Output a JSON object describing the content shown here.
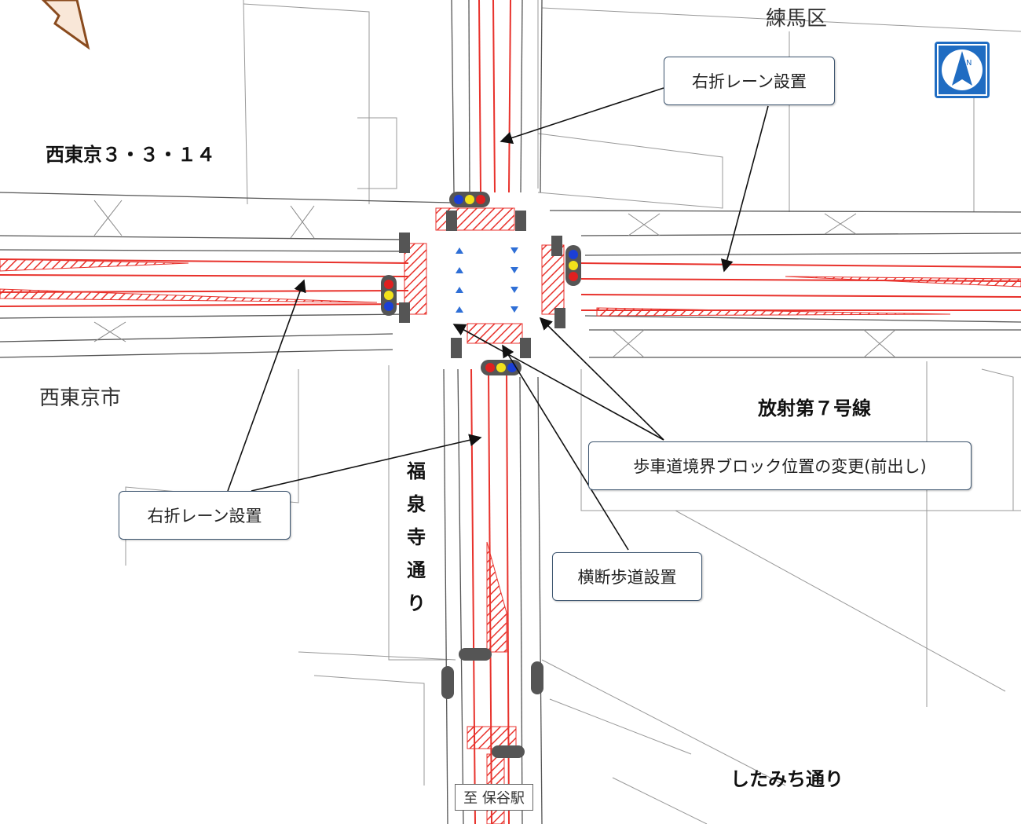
{
  "labels": {
    "nerima": "練馬区",
    "nishitokyo_road": "西東京３・３・１４",
    "nishitokyo_city": "西東京市",
    "hosha7": "放射第７号線",
    "fukusenji": [
      "福",
      "泉",
      "寺",
      "通",
      "り"
    ],
    "shitamichi": "したみち通り",
    "station": "至 保谷駅"
  },
  "callouts": {
    "right_turn_north": "右折レーン設置",
    "right_turn_south": "右折レーン設置",
    "curb_change": "歩車道境界ブロック位置の変更(前出し)",
    "crosswalk": "横断歩道設置"
  },
  "icons": {
    "compass": "north-arrow-icon",
    "direction_arrow": "direction-arrow-icon"
  },
  "colors": {
    "lane": "#e8322c",
    "compass": "#1f6cc2",
    "callout_border": "#3e5670",
    "signal_red": "#e02020",
    "signal_yellow": "#f2e21b",
    "signal_blue": "#1b3fd6"
  }
}
